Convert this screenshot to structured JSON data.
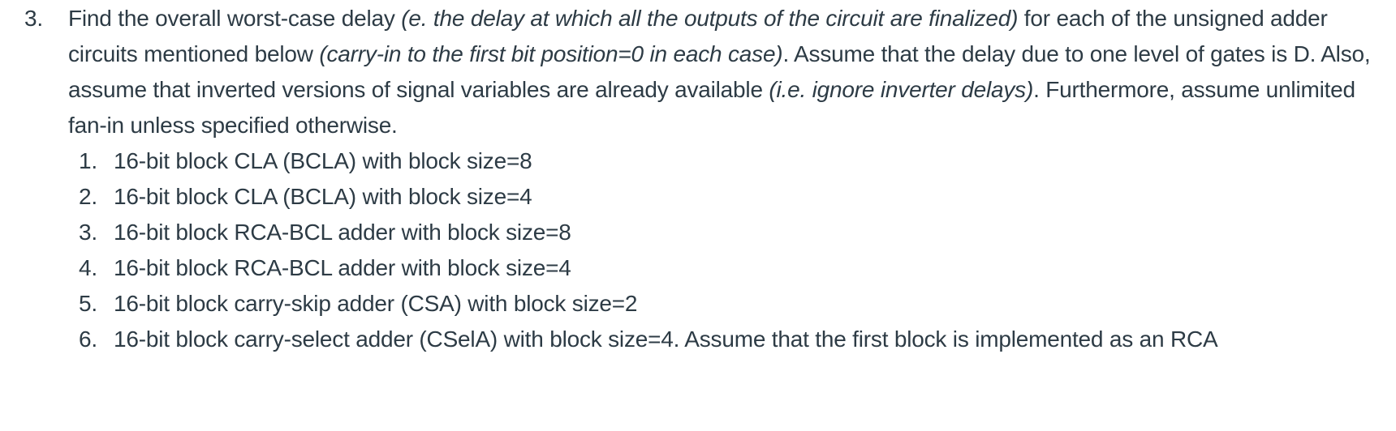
{
  "page": {
    "background_color": "#ffffff",
    "text_color": "#2d3b45"
  },
  "question": {
    "number_label": "3.",
    "intro": {
      "seg1": "Find the overall worst-case delay ",
      "seg2_italic": "(e. the delay at which all the outputs of the circuit are finalized)",
      "seg3": " for each of the unsigned adder circuits mentioned below ",
      "seg4_italic": "(carry-in to the first bit position=0 in each case)",
      "seg5": ". Assume that the delay due to one level of gates is D. Also, assume that inverted versions of signal variables are already available ",
      "seg6_italic": "(i.e. ignore inverter delays)",
      "seg7": ". Furthermore, assume unlimited fan-in unless specified otherwise."
    },
    "subitems": [
      {
        "marker": "1.",
        "text": "16-bit block CLA (BCLA) with block size=8"
      },
      {
        "marker": "2.",
        "text": "16-bit block CLA (BCLA) with block size=4"
      },
      {
        "marker": "3.",
        "text": "16-bit block RCA-BCL adder with block size=8"
      },
      {
        "marker": "4.",
        "text": "16-bit block RCA-BCL adder with block size=4"
      },
      {
        "marker": "5.",
        "text": "16-bit block carry-skip adder (CSA) with block size=2"
      },
      {
        "marker": "6.",
        "text": "16-bit block carry-select adder (CSelA) with block size=4. Assume that the first block is implemented as an RCA"
      }
    ]
  }
}
